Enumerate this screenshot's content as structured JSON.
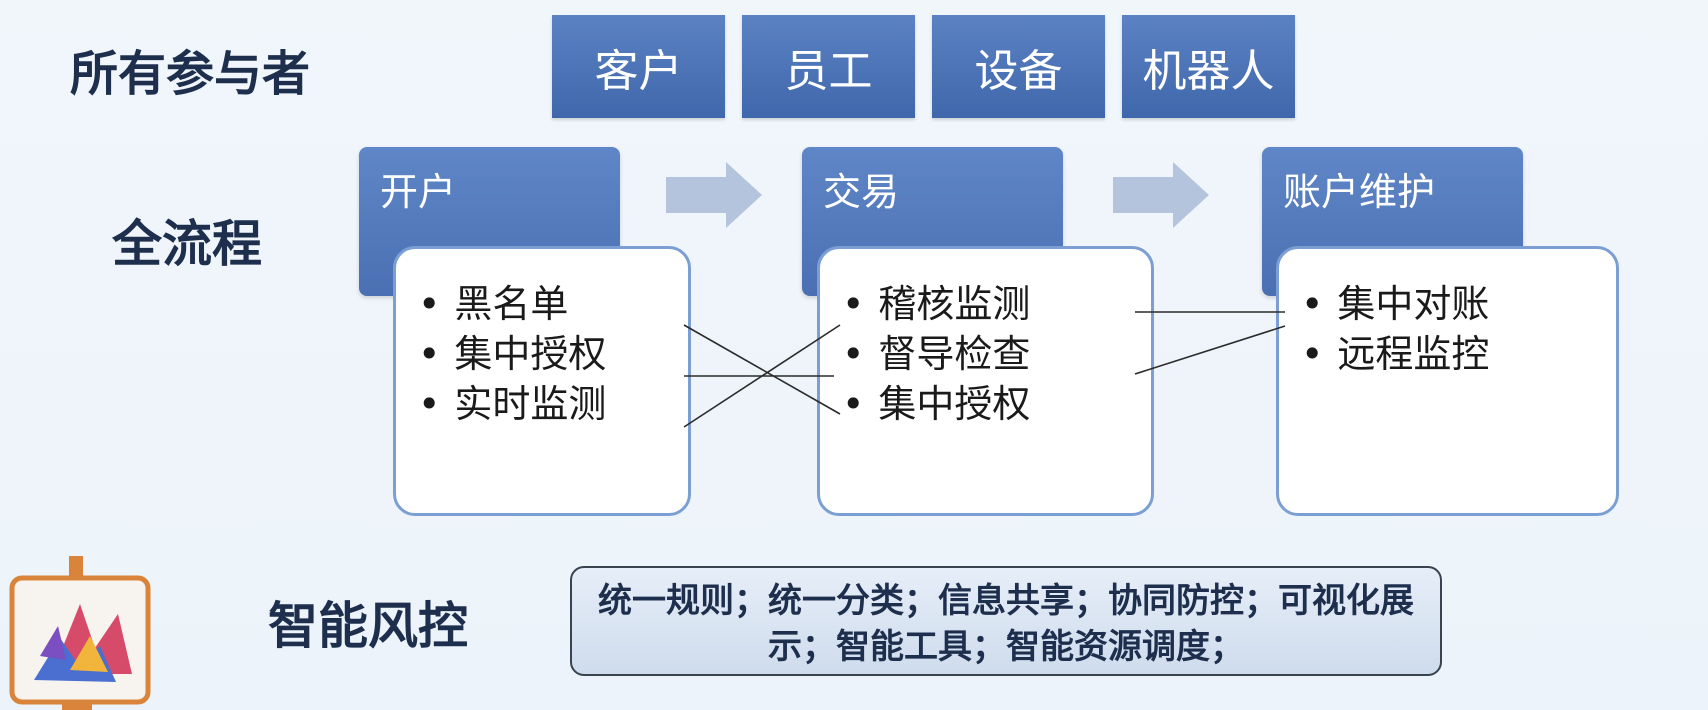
{
  "headings": {
    "participants": "所有参与者",
    "process": "全流程",
    "risk_control": "智能风控"
  },
  "participants": [
    "客户",
    "员工",
    "设备",
    "机器人"
  ],
  "stages": [
    {
      "title": "开户",
      "items": [
        "黑名单",
        "集中授权",
        "实时监测"
      ]
    },
    {
      "title": "交易",
      "items": [
        "稽核监测",
        "督导检查",
        "集中授权"
      ]
    },
    {
      "title": "账户维护",
      "items": [
        "集中对账",
        "远程监控"
      ]
    }
  ],
  "summary": "统一规则；统一分类；信息共享；协同防控；可视化展示；智能工具；智能资源调度；",
  "colors": {
    "participant_fill": "#4a73b8",
    "stage_header_fill": "#5479bb",
    "card_border": "#7c9fd3",
    "arrow_fill": "#b4c4dc",
    "summary_fill": "#d9e4f1",
    "heading_text": "#1e2f4e"
  },
  "icons": [
    "right-arrow-icon",
    "easel-painting-icon"
  ]
}
